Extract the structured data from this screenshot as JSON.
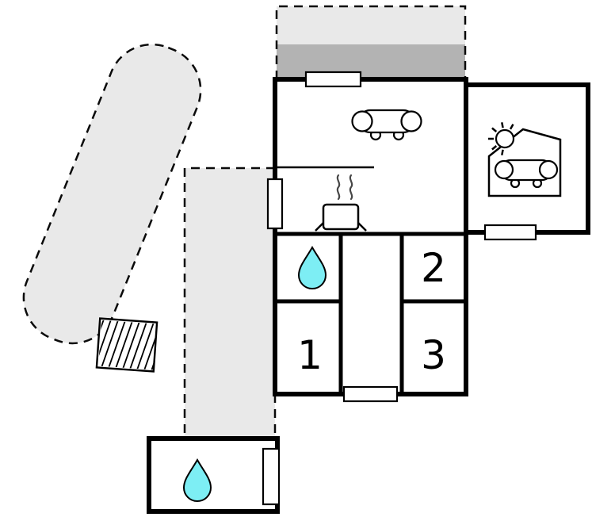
{
  "floorplan": {
    "title": "holiday-home-floor-plan",
    "colors": {
      "wall": "#000000",
      "terrace_light": "#e9e9e9",
      "terrace_dark": "#b3b3b3",
      "corridor": "#e9e9e9",
      "driveway": "#e9e9e9",
      "water": "#7deef4",
      "background": "#ffffff"
    },
    "rooms": {
      "room1": {
        "label": "1"
      },
      "room2": {
        "label": "2"
      },
      "room3": {
        "label": "3"
      }
    },
    "icons": {
      "bathroom_drop": "water-drop-icon",
      "outbuilding_drop": "water-drop-icon",
      "living_sofa": "sofa-icon",
      "conservatory_sofa": "sofa-icon",
      "sun": "sun-icon",
      "stove": "stove-pot-icon",
      "stairs": "stairs-icon"
    }
  }
}
